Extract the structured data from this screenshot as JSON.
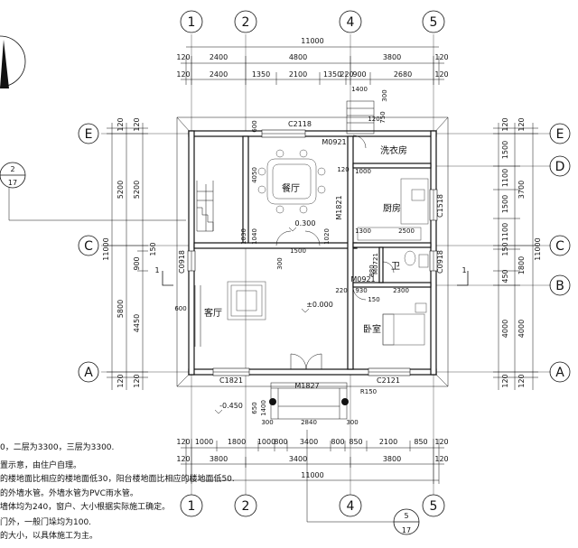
{
  "axes": {
    "top": [
      "1",
      "2",
      "4",
      "5"
    ],
    "bottom": [
      "1",
      "2",
      "4",
      "5"
    ],
    "left": [
      "E",
      "C",
      "A"
    ],
    "right": [
      "E",
      "D",
      "C",
      "B",
      "A"
    ]
  },
  "dims_top": {
    "total": "11000",
    "row1": [
      "120",
      "2400",
      "4800",
      "3800",
      "120"
    ],
    "row2": [
      "120",
      "2400",
      "1350",
      "2100",
      "1350",
      "220",
      "900",
      "2680",
      "120"
    ],
    "stair": [
      "1400",
      "300",
      "750",
      "120"
    ]
  },
  "dims_bottom": {
    "total": "11000",
    "row1": [
      "120",
      "1000",
      "1800",
      "1000",
      "800",
      "3400",
      "800",
      "850",
      "2100",
      "850",
      "120"
    ],
    "row2": [
      "120",
      "3800",
      "3400",
      "3800",
      "120"
    ],
    "steps": [
      "300",
      "2840",
      "300"
    ]
  },
  "dims_left": {
    "total": "11000",
    "outer": [
      "120",
      "5200",
      "5800",
      "120"
    ],
    "inner": [
      "120",
      "5200",
      "150",
      "900",
      "4450",
      "120"
    ]
  },
  "dims_right": {
    "total": "11000",
    "outer": [
      "120",
      "3700",
      "1800",
      "4000",
      "120"
    ],
    "inner": [
      "120",
      "1500",
      "1100",
      "1500",
      "1100",
      "150",
      "450",
      "4000",
      "120"
    ]
  },
  "rooms": {
    "dining": "餐厅",
    "laundry": "洗衣房",
    "kitchen": "厨房",
    "bath": "卫",
    "living": "客厅",
    "bedroom": "卧室"
  },
  "openings": {
    "c2118": "C2118",
    "m0921_top": "M0921",
    "m1821": "M1821",
    "c1518": "C1518",
    "c0918_left": "C0918",
    "c0918_right": "C0918",
    "m0921_bath": "M0921",
    "m0721": "M0721",
    "c1821": "C1821",
    "m1827": "M1827",
    "c2121": "C2121",
    "r150": "R150"
  },
  "levels": {
    "dining": "0.300",
    "living": "±0.000",
    "outside": "-0.450"
  },
  "misc_dims": {
    "d600": "600",
    "d1000": "1000",
    "d120": "120",
    "d1300": "1300",
    "d2500": "2500",
    "d880": "880",
    "d930": "930",
    "d2300": "2300",
    "d220": "220",
    "d150": "150",
    "d1500": "1500",
    "d300": "300",
    "d1020": "1020",
    "d1040": "1040",
    "d4050": "4050",
    "d1030": "1030",
    "d600b": "600",
    "d650": "650",
    "d1400b": "1400"
  },
  "callouts": {
    "a": {
      "num": "2",
      "sheet": "17"
    },
    "b": {
      "num": "5",
      "sheet": "17"
    }
  },
  "section_marks": [
    "1",
    "1"
  ],
  "notes": [
    "0，二层为3300，三层为3300.",
    "置示意，由住户自理。",
    "的楼地面比相应的楼地面低30，阳台楼地面比相应的楼地面低50.",
    "的外墙水管。外墙水管为PVC雨水管。",
    "墙体均为240，窗户、大小根据实际施工确定。",
    "门外，一般门垛均为100.",
    "的大小，以具体施工为主。"
  ]
}
